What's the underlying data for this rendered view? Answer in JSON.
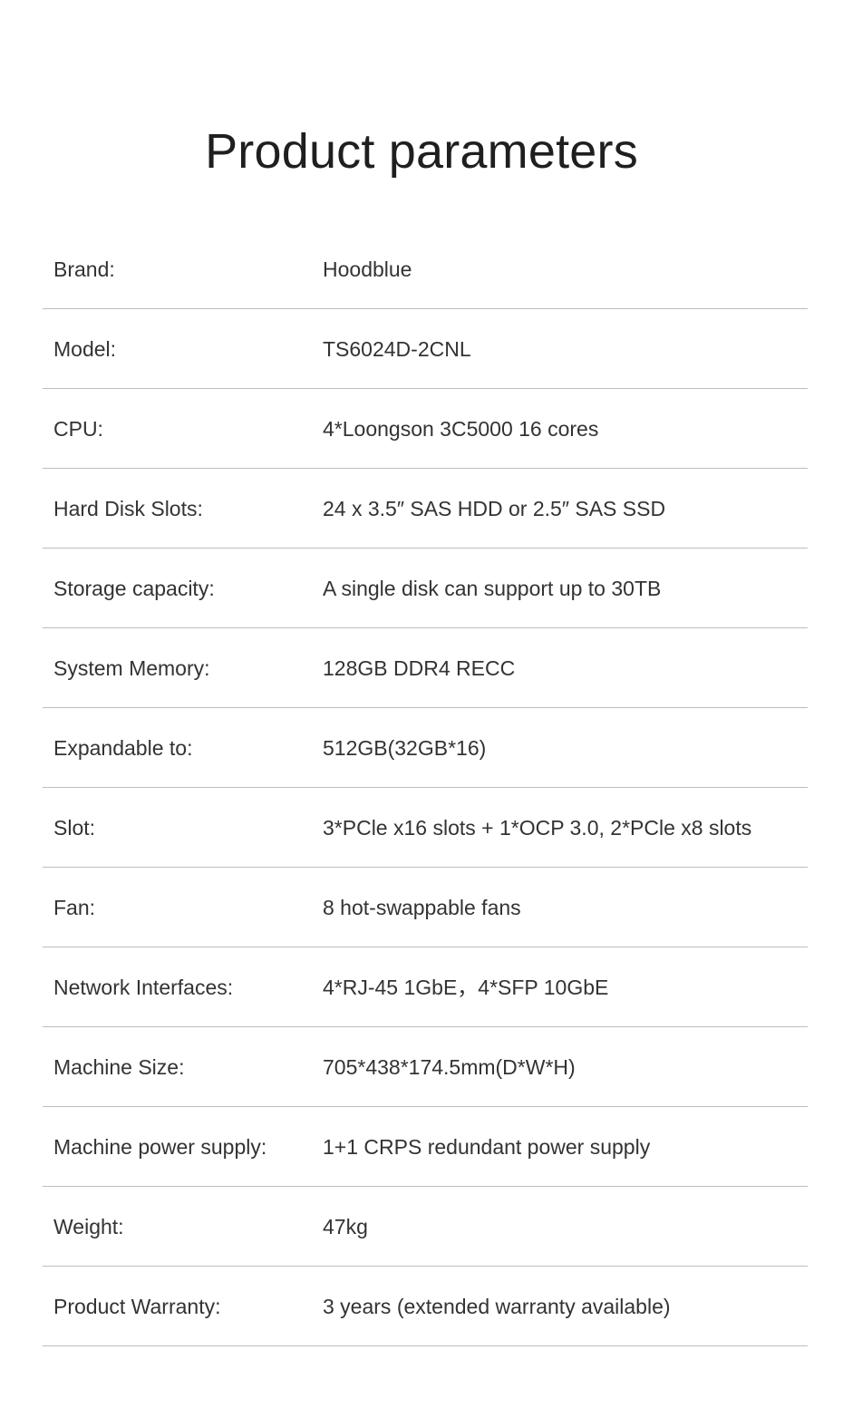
{
  "title": "Product parameters",
  "specs": [
    {
      "label": "Brand:",
      "value": "Hoodblue"
    },
    {
      "label": "Model:",
      "value": "TS6024D-2CNL"
    },
    {
      "label": "CPU:",
      "value": "4*Loongson  3C5000 16 cores"
    },
    {
      "label": "Hard Disk Slots:",
      "value": "24 x 3.5″ SAS HDD or 2.5″ SAS SSD"
    },
    {
      "label": "Storage capacity:",
      "value": "A single disk can support up to 30TB"
    },
    {
      "label": "System Memory:",
      "value": "128GB DDR4 RECC"
    },
    {
      "label": "Expandable to:",
      "value": "512GB(32GB*16)"
    },
    {
      "label": "Slot:",
      "value": "3*PCle x16 slots + 1*OCP 3.0,  2*PCle x8 slots"
    },
    {
      "label": "Fan:",
      "value": "8 hot-swappable fans"
    },
    {
      "label": "Network Interfaces:",
      "value": "4*RJ-45 1GbE，4*SFP  10GbE"
    },
    {
      "label": "Machine Size:",
      "value": "705*438*174.5mm(D*W*H)"
    },
    {
      "label": "Machine power supply:",
      "value": "1+1 CRPS redundant power supply"
    },
    {
      "label": "Weight:",
      "value": "47kg"
    },
    {
      "label": "Product Warranty:",
      "value": "3 years (extended warranty available)"
    }
  ]
}
